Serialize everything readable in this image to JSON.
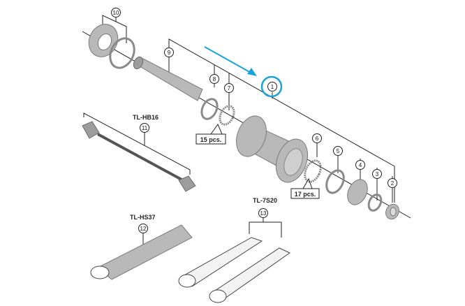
{
  "callouts": [
    "1",
    "2",
    "3",
    "4",
    "5",
    "6",
    "7",
    "8",
    "9",
    "10",
    "11",
    "12",
    "13"
  ],
  "tools": {
    "hb16": "TL-HB16",
    "hs37": "TL-HS37",
    "s720": "TL-7S20"
  },
  "quantities": {
    "q7": "15 pcs.",
    "q6": "17 pcs."
  },
  "colors": {
    "highlight": "#1aa3d9",
    "line": "#222222",
    "part": "#b9b9b9"
  }
}
